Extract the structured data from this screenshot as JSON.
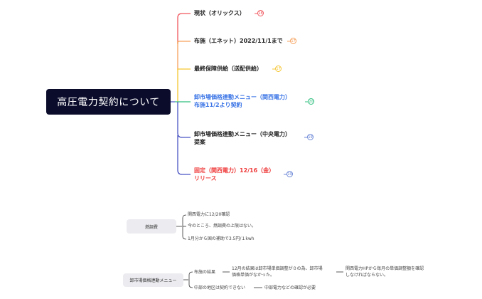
{
  "root": {
    "label": "高圧電力契約について"
  },
  "branches": [
    {
      "label_lines": [
        "現状（オリックス）"
      ],
      "color": "#f0575f",
      "text_color": "#222222",
      "badge": "18",
      "badge_color": "#f0575f"
    },
    {
      "label_lines": [
        "布施（エネット）2022/11/1まで"
      ],
      "color": "#f6a05a",
      "text_color": "#222222",
      "badge": "17",
      "badge_color": "#f6a05a"
    },
    {
      "label_lines": [
        "最終保障供給（送配供給）"
      ],
      "color": "#f5c631",
      "text_color": "#222222",
      "badge": "17",
      "badge_color": "#f5c631"
    },
    {
      "label_lines": [
        "卸市場価格連動メニュー（関西電力）",
        "布施11/2より契約"
      ],
      "color": "#2fbf7f",
      "text_color": "#3a74e6",
      "badge": "20",
      "badge_color": "#2fbf7f"
    },
    {
      "label_lines": [
        "卸市場価格連動メニュー（中央電力）",
        "提案"
      ],
      "color": "#4a55c2",
      "text_color": "#222222",
      "badge": "19",
      "badge_color": "#6b86d6"
    },
    {
      "label_lines": [
        "固定（関西電力）12/16（金）",
        "リリース"
      ],
      "color": "#4a55c2",
      "text_color": "#ef3b3b",
      "badge": "19",
      "badge_color": "#6b86d6"
    }
  ],
  "fuel_section": {
    "node": "燃調費",
    "notes": [
      "関西電力に12/20確認",
      "今のところ、燃調費の上限はない。",
      "1月分から国の補助で3.5円/１kwh"
    ]
  },
  "market_section": {
    "node": "卸市場価格連動メニュー",
    "children": [
      {
        "label": "布施の結果",
        "detail_lines": [
          "12月の結果は卸市場単価調整が０の為、卸市場",
          "価格単価がなかった。"
        ],
        "followup_lines": [
          "関西電力HPから毎月の単価調整額を確認",
          "しなければならない。"
        ]
      },
      {
        "label": "中部の地区は契約できない",
        "detail_lines": [
          "中部電力などの確認が必要"
        ]
      }
    ]
  }
}
